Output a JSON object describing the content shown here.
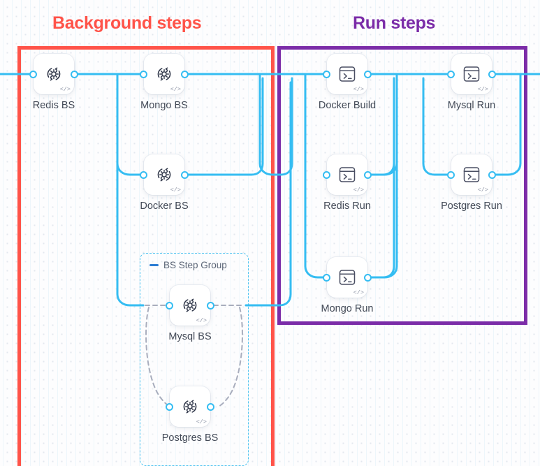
{
  "groups": [
    {
      "id": "background",
      "title": "Background steps",
      "color": "#ff5349"
    },
    {
      "id": "run",
      "title": "Run steps",
      "color": "#7b2ca8"
    }
  ],
  "step_group": {
    "label": "BS Step Group",
    "collapse_icon": "minus-icon",
    "border_color": "#4ec3f0"
  },
  "wire_colors": {
    "solid": "#35bdf2",
    "dashed": "#a8adbd"
  },
  "nodes": [
    {
      "id": "redis-bs",
      "label": "Redis BS",
      "icon": "gear-sync-icon",
      "group": "background",
      "code_glyph": "</>"
    },
    {
      "id": "mongo-bs",
      "label": "Mongo BS",
      "icon": "gear-sync-icon",
      "group": "background",
      "code_glyph": "</>"
    },
    {
      "id": "docker-bs",
      "label": "Docker BS",
      "icon": "gear-sync-icon",
      "group": "background",
      "code_glyph": "</>"
    },
    {
      "id": "mysql-bs",
      "label": "Mysql BS",
      "icon": "gear-sync-icon",
      "group": "background",
      "code_glyph": "</>"
    },
    {
      "id": "postgres-bs",
      "label": "Postgres BS",
      "icon": "gear-sync-icon",
      "group": "background",
      "code_glyph": "</>"
    },
    {
      "id": "docker-build",
      "label": "Docker Build",
      "icon": "terminal-icon",
      "group": "run",
      "code_glyph": "</>"
    },
    {
      "id": "mysql-run",
      "label": "Mysql Run",
      "icon": "terminal-icon",
      "group": "run",
      "code_glyph": "</>"
    },
    {
      "id": "redis-run",
      "label": "Redis Run",
      "icon": "terminal-icon",
      "group": "run",
      "code_glyph": "</>"
    },
    {
      "id": "postgres-run",
      "label": "Postgres Run",
      "icon": "terminal-icon",
      "group": "run",
      "code_glyph": "</>"
    },
    {
      "id": "mongo-run",
      "label": "Mongo Run",
      "icon": "terminal-icon",
      "group": "run",
      "code_glyph": "</>"
    }
  ]
}
